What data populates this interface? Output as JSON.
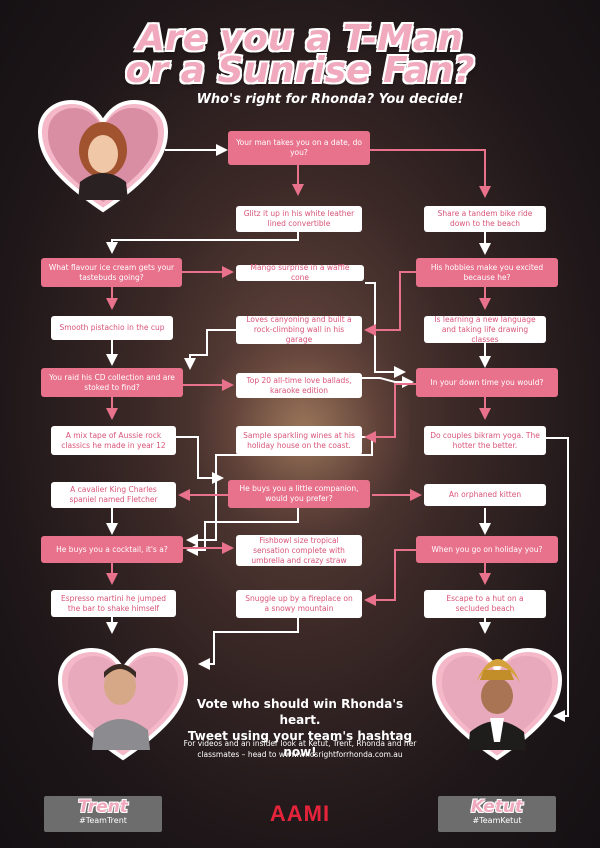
{
  "title_line1": "Are you a T-Man",
  "title_line2": "or a Sunrise Fan?",
  "subtitle": "Who's right for Rhonda? You decide!",
  "nodes": {
    "start": "Your man takes you on a date, do you?",
    "glitz": "Glitz it up in his white leather lined convertible",
    "tandem": "Share a tandem bike ride down to the beach",
    "icecream": "What flavour ice cream gets your tastebuds going?",
    "mango": "Mango surprise in a waffle cone",
    "hobbies": "His hobbies make you excited because he?",
    "pistachio": "Smooth pistachio in the cup",
    "canyoning": "Loves canyoning and built a rock-climbing wall in his garage",
    "language": "Is learning a new language and taking life drawing classes",
    "cd": "You raid his CD collection and are stoked to find?",
    "top20": "Top 20 all-time love ballads, karaoke edition",
    "downtime": "In your down time you would?",
    "mixtape": "A mix tape of Aussie rock classics he made in year 12",
    "wines": "Sample sparkling wines at his holiday house on the coast.",
    "yoga": "Do couples bikram yoga. The hotter the better.",
    "cavalier": "A cavalier King Charles spaniel named Fletcher",
    "companion": "He buys you a little companion, would you prefer?",
    "kitten": "An orphaned kitten",
    "cocktail": "He buys you a cocktail, it's a?",
    "fishbowl": "Fishbowl size tropical sensation complete with umbrella and crazy straw",
    "holiday": "When you go on holiday you?",
    "espresso": "Espresso martini he jumped the bar to shake himself",
    "snuggle": "Snuggle up by a fireplace on a snowy mountain",
    "hut": "Escape to a hut on a secluded beach"
  },
  "vote_line1": "Vote who should win Rhonda's heart.",
  "vote_line2": "Tweet using your team's hashtag now!",
  "vote_sub": "For videos and an insider look at Ketut, Trent, Rhonda and her classmates – head to www.whosrightforrhonda.com.au",
  "trent_name": "Trent",
  "trent_tag": "#TeamTrent",
  "ketut_name": "Ketut",
  "ketut_tag": "#TeamKetut",
  "logo": "AAMI",
  "colors": {
    "pink": "#e8718c",
    "title_pink": "#f0a9bd",
    "brand_red": "#e5243b"
  }
}
